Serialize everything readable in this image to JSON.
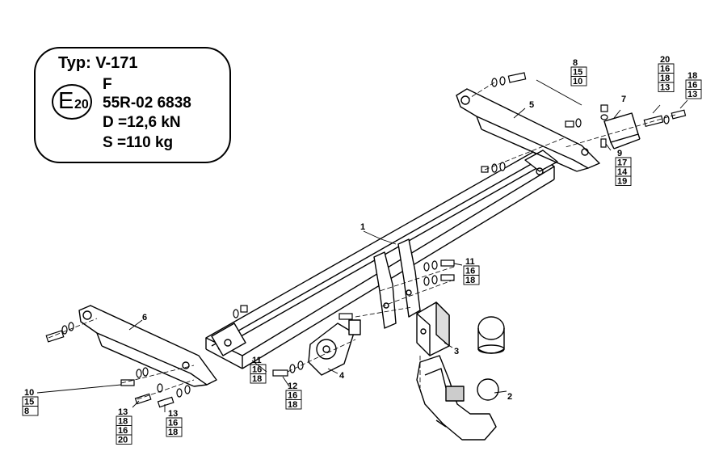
{
  "spec": {
    "type_line": "Typ: V-171",
    "approval_letter": "E",
    "approval_number": "20",
    "class": "F",
    "approval_code": "55R-02 6838",
    "d_value": "D =12,6 kN",
    "s_value": "S =110 kg"
  },
  "callouts": [
    {
      "id": "1",
      "label": "1"
    },
    {
      "id": "2",
      "label": "2"
    },
    {
      "id": "3",
      "label": "3"
    },
    {
      "id": "4",
      "label": "4"
    },
    {
      "id": "5",
      "label": "5"
    },
    {
      "id": "6",
      "label": "6"
    },
    {
      "id": "7",
      "label": "7"
    }
  ],
  "part_stacks": [
    {
      "id": "top-8",
      "items": [
        "8",
        "15",
        "10"
      ]
    },
    {
      "id": "top-20",
      "items": [
        "20",
        "16",
        "18",
        "13"
      ]
    },
    {
      "id": "top-18",
      "items": [
        "18",
        "16",
        "13"
      ]
    },
    {
      "id": "right-9",
      "items": [
        "9",
        "17",
        "14",
        "19"
      ]
    },
    {
      "id": "mid-11",
      "items": [
        "11",
        "16",
        "18"
      ]
    },
    {
      "id": "low-11",
      "items": [
        "11",
        "16",
        "18"
      ]
    },
    {
      "id": "low-12",
      "items": [
        "12",
        "16",
        "18"
      ]
    },
    {
      "id": "left-10",
      "items": [
        "10",
        "15",
        "8"
      ]
    },
    {
      "id": "left-13a",
      "items": [
        "13",
        "18",
        "16",
        "20"
      ]
    },
    {
      "id": "left-13b",
      "items": [
        "13",
        "16",
        "18"
      ]
    }
  ]
}
